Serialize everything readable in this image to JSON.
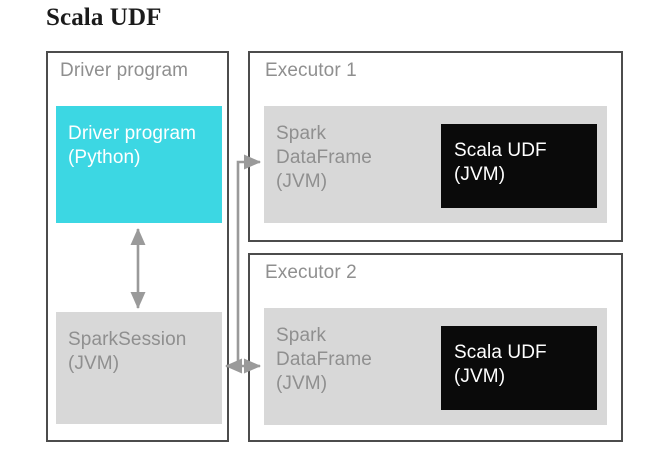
{
  "title": "Scala UDF",
  "colors": {
    "accent_cyan": "#3cd7e3",
    "block_grey": "#d8d8d8",
    "block_black": "#0a0a0a",
    "text_grey": "#8f8f8f",
    "border_dark": "#4c4c4c",
    "connector_grey": "#9a9a9a",
    "background": "#ffffff"
  },
  "driver": {
    "caption": "Driver program",
    "program_block": "Driver program\n(Python)",
    "session_block": "SparkSession\n(JVM)"
  },
  "executors": [
    {
      "caption": "Executor 1",
      "dataframe_block": "Spark\nDataFrame\n(JVM)",
      "udf_block": "Scala UDF\n(JVM)"
    },
    {
      "caption": "Executor 2",
      "dataframe_block": "Spark\nDataFrame\n(JVM)",
      "udf_block": "Scala UDF\n(JVM)"
    }
  ],
  "connectors": [
    {
      "name": "driver-to-session",
      "style": "double-headed-vertical"
    },
    {
      "name": "session-to-executor1-dataframe",
      "style": "elbow-arrow"
    },
    {
      "name": "session-to-executor2-dataframe",
      "style": "double-headed-horizontal"
    }
  ]
}
